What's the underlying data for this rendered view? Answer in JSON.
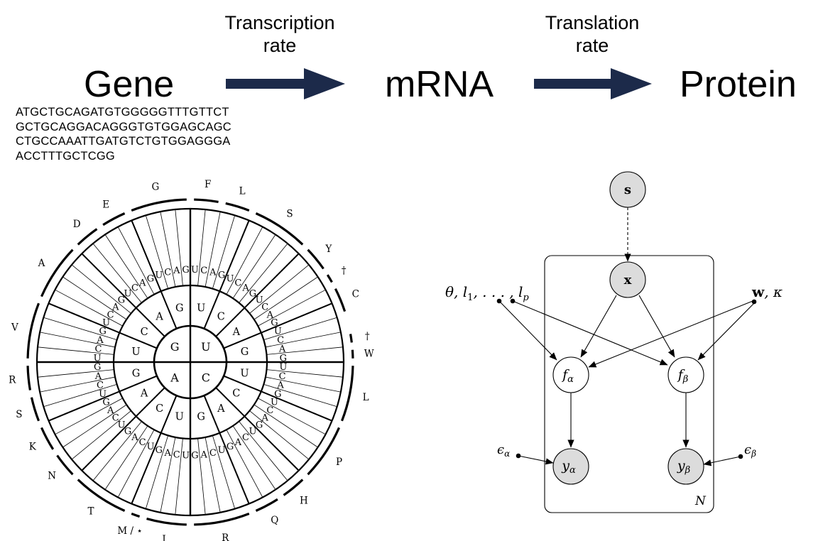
{
  "dogma": {
    "gene": "Gene",
    "mrna": "mRNA",
    "protein": "Protein",
    "transcription_rate": [
      "Transcription",
      "rate"
    ],
    "translation_rate": [
      "Translation",
      "rate"
    ],
    "arrow_color": "#1c2a4a",
    "sequence": [
      "ATGCTGCAGATGTGGGGGTTTGTTCT",
      "GCTGCAGGACAGGGTGTGGAGCAGC",
      "CTGCCAAATTGATGTCTGTGGAGGGA",
      "ACCTTTGCTCGG"
    ]
  },
  "codon_wheel": {
    "inner": [
      "U",
      "C",
      "A",
      "G"
    ],
    "middle": [
      "U",
      "C",
      "A",
      "G",
      "U",
      "C",
      "A",
      "G",
      "U",
      "C",
      "A",
      "G",
      "U",
      "C",
      "A",
      "G"
    ],
    "outer": [
      "U",
      "C",
      "A",
      "G",
      "U",
      "C",
      "A",
      "G",
      "U",
      "C",
      "A",
      "G",
      "U",
      "C",
      "A",
      "G",
      "U",
      "C",
      "A",
      "G",
      "U",
      "C",
      "A",
      "G",
      "U",
      "C",
      "A",
      "G",
      "U",
      "C",
      "A",
      "G",
      "U",
      "C",
      "A",
      "G",
      "U",
      "C",
      "A",
      "G",
      "U",
      "C",
      "A",
      "G",
      "U",
      "C",
      "A",
      "G",
      "U",
      "C",
      "A",
      "G",
      "U",
      "C",
      "A",
      "G",
      "U",
      "C",
      "A",
      "G",
      "U",
      "C",
      "A",
      "G"
    ],
    "amino_acids": [
      {
        "label": "F"
      },
      {
        "label": "L"
      },
      {
        "label": "S"
      },
      {
        "label": "Y"
      },
      {
        "label": "†"
      },
      {
        "label": "C"
      },
      {
        "label": "†"
      },
      {
        "label": "W"
      },
      {
        "label": "L"
      },
      {
        "label": "P"
      },
      {
        "label": "H"
      },
      {
        "label": "Q"
      },
      {
        "label": "R"
      },
      {
        "label": "I"
      },
      {
        "label": "M / ⋆"
      },
      {
        "label": "T"
      },
      {
        "label": "N"
      },
      {
        "label": "K"
      },
      {
        "label": "S"
      },
      {
        "label": "R"
      },
      {
        "label": "V"
      },
      {
        "label": "A"
      },
      {
        "label": "D"
      },
      {
        "label": "E"
      },
      {
        "label": "G"
      }
    ]
  },
  "graphical_model": {
    "fill_observed": "#dcdcdc",
    "nodes": {
      "s": "s",
      "x": "x",
      "f_alpha": "f",
      "f_alpha_sub": "α",
      "f_beta": "f",
      "f_beta_sub": "β",
      "y_alpha": "y",
      "y_alpha_sub": "α",
      "y_beta": "y",
      "y_beta_sub": "β"
    },
    "params": {
      "theta_l": "θ, l",
      "theta_l_sub": "1",
      "theta_dots": ", . . . , l",
      "theta_p_sub": "p",
      "w": "w",
      "kappa": ", κ",
      "eps_alpha": "ϵ",
      "eps_alpha_sub": "α",
      "eps_beta": "ϵ",
      "eps_beta_sub": "β"
    },
    "plate_label": "N"
  }
}
